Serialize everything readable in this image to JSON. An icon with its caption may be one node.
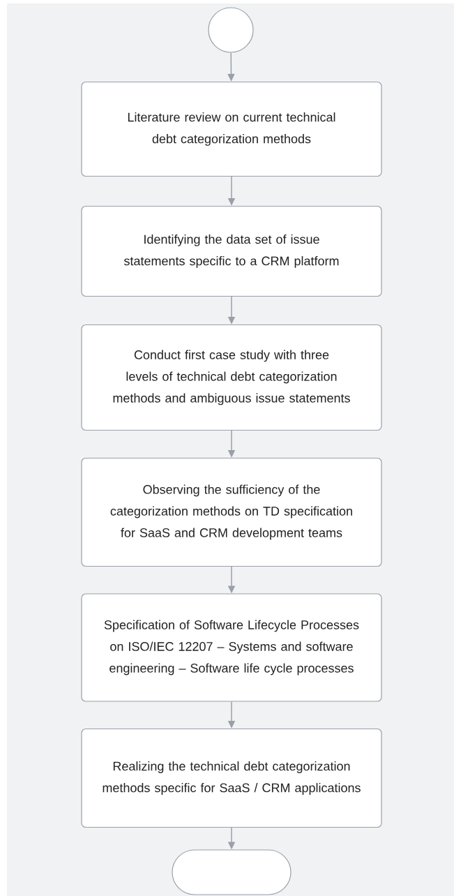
{
  "diagram": {
    "nodes": [
      {
        "text": [],
        "shape": "circle"
      },
      {
        "text": [
          "Literature review on current technical debt categorization methods"
        ]
      },
      {
        "text": [
          "Identifying the data set of issue statements specific to a CRM platform"
        ]
      },
      {
        "text": [
          "Conduct first case study with three levels of technical debt categorization methods and ambiguous issue statements"
        ]
      },
      {
        "text": [
          "Observing the sufficiency of the categorization methods on TD specification for SaaS and CRM development teams"
        ]
      },
      {
        "text": [
          "Specification of Software Lifecycle Processes on ISO/IEC 12207 – Systems and software engineering – Software life cycle processes"
        ]
      },
      {
        "text": [
          "Realizing the technical debt categorization methods specific for SaaS / CRM applications"
        ]
      },
      {
        "text": [],
        "shape": "terminal"
      }
    ],
    "edges": [
      {
        "from": 0,
        "to": 1,
        "arrow": "to"
      },
      {
        "from": 1,
        "to": 2,
        "arrow": "to"
      },
      {
        "from": 2,
        "to": 3,
        "arrow": "to"
      },
      {
        "from": 3,
        "to": 4,
        "arrow": "to"
      },
      {
        "from": 4,
        "to": 5,
        "arrow": "to"
      },
      {
        "from": 5,
        "to": 6,
        "arrow": "to"
      },
      {
        "from": 6,
        "to": 7,
        "arrow": "to"
      }
    ]
  }
}
